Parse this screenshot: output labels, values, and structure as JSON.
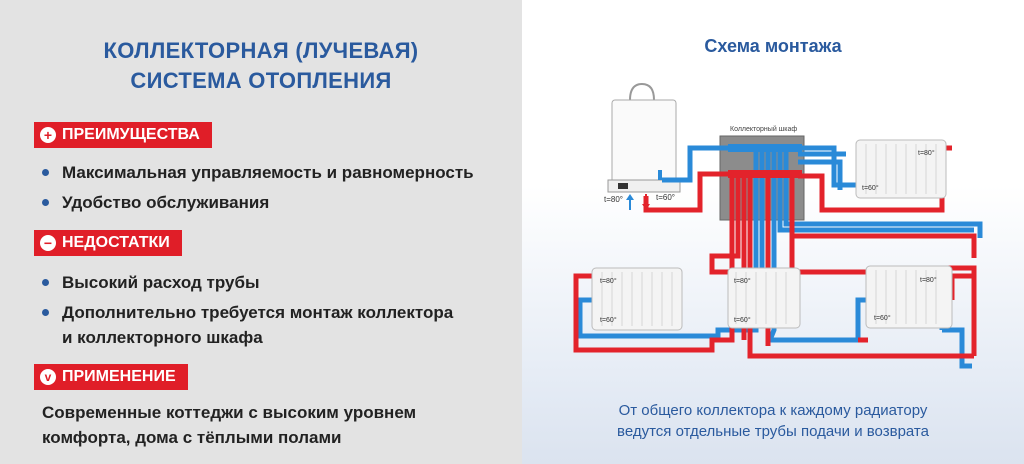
{
  "left": {
    "title_line1": "КОЛЛЕКТОРНАЯ (ЛУЧЕВАЯ)",
    "title_line2": "СИСТЕМА ОТОПЛЕНИЯ",
    "advantages": {
      "label": "ПРЕИМУЩЕСТВА",
      "icon": "plus-icon",
      "items": [
        "Максимальная управляемость и равномерность",
        "Удобство обслуживания"
      ]
    },
    "disadvantages": {
      "label": "НЕДОСТАТКИ",
      "icon": "minus-icon",
      "items": [
        "Высокий расход трубы",
        "Дополнительно требуется монтаж коллектора",
        "и коллекторного шкафа"
      ]
    },
    "application": {
      "label": "ПРИМЕНЕНИЕ",
      "icon": "check-icon",
      "line1": "Современные коттеджи с высоким уровнем",
      "line2": "комфорта, дома с тёплыми полами"
    }
  },
  "right": {
    "title": "Схема монтажа",
    "cabinet_label": "Коллекторный шкаф",
    "temps": {
      "boiler_left": "t=80°",
      "boiler_right": "t=60°",
      "r1_top": "t=80°",
      "r1_bottom": "t=60°",
      "r2_top": "t=80°",
      "r2_bottom": "t=60°",
      "r3_top": "t=80°",
      "r3_bottom": "t=60°",
      "r4_top": "t=80°",
      "r4_bottom": "t=60°"
    },
    "caption_line1": "От общего коллектора к каждому радиатору",
    "caption_line2": "ведутся отдельные трубы подачи и возврата"
  },
  "colors": {
    "accent_blue": "#2a5a9e",
    "badge_red": "#e01e28",
    "pipe_red": "#e3232b",
    "pipe_blue": "#2a8ad8"
  }
}
